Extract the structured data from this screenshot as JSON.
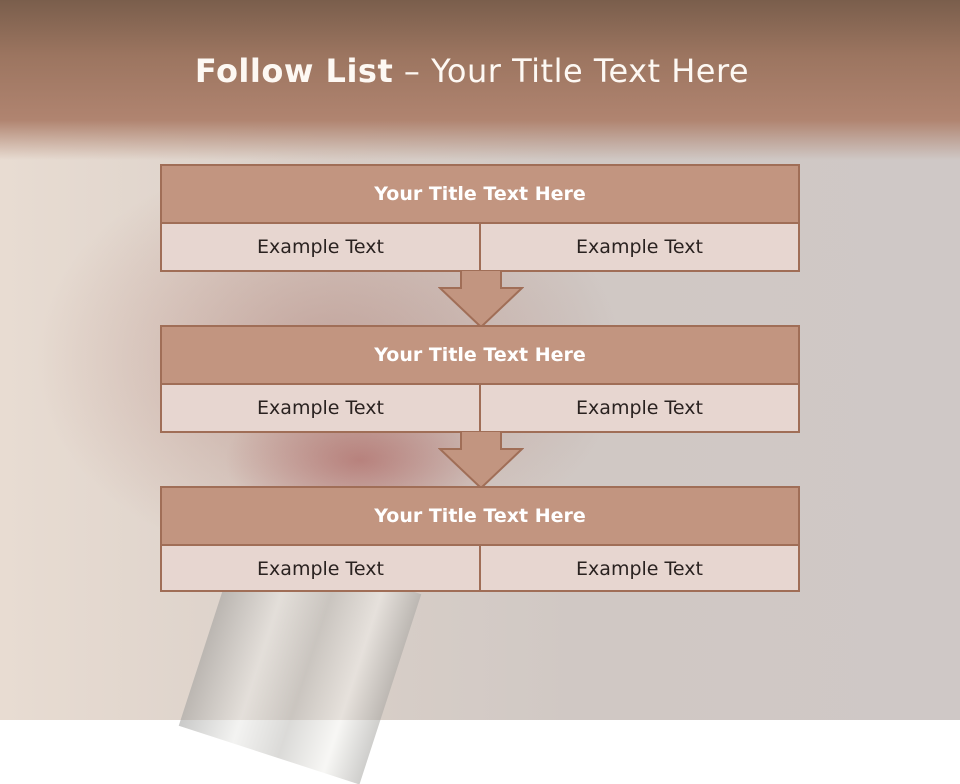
{
  "slide": {
    "title_bold": "Follow List",
    "title_rest": "– Your Title Text Here"
  },
  "boxes": [
    {
      "title": "Your Title Text Here",
      "left": "Example Text",
      "right": "Example Text"
    },
    {
      "title": "Your Title Text Here",
      "left": "Example Text",
      "right": "Example Text"
    },
    {
      "title": "Your Title Text Here",
      "left": "Example Text",
      "right": "Example Text"
    }
  ],
  "colors": {
    "header": "#9c7560",
    "box_head": "#c29580",
    "box_body": "#e7d6d0",
    "border": "#a06e57"
  },
  "icons": [
    "down-arrow-icon"
  ]
}
